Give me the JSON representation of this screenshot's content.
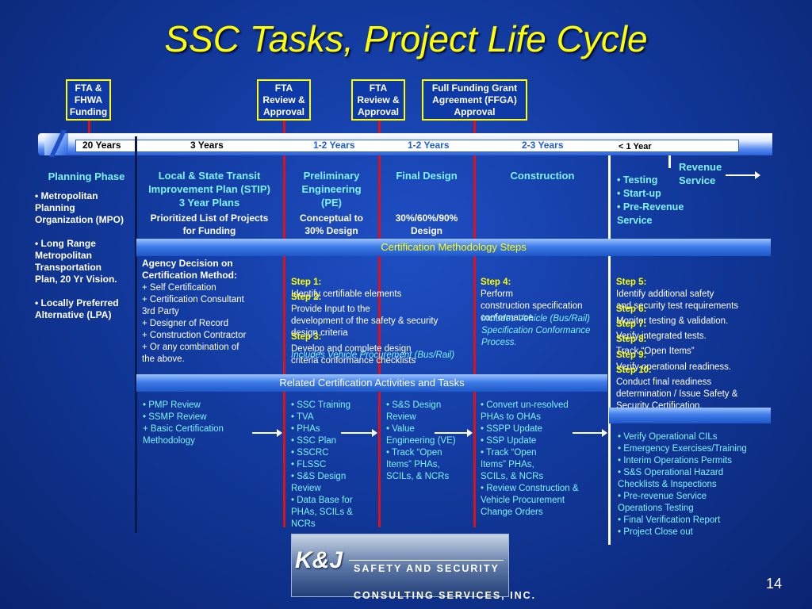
{
  "title": "SSC Tasks, Project Life Cycle",
  "milestones": [
    {
      "label": "FTA &\nFHWA\nFunding"
    },
    {
      "label": "FTA\nReview &\nApproval"
    },
    {
      "label": "FTA\nReview &\nApproval"
    },
    {
      "label": "Full Funding Grant\nAgreement (FFGA)\nApproval"
    }
  ],
  "timeline": {
    "durations": [
      "20 Years",
      "3 Years",
      "1-2 Years",
      "1-2 Years",
      "2-3 Years",
      "< 1 Year"
    ]
  },
  "phases": {
    "planning": "Planning Phase",
    "stip": "Local & State Transit\nImprovement Plan (STIP)\n3 Year Plans",
    "pe": "Preliminary\nEngineering\n(PE)",
    "final_design": "Final Design",
    "construction": "Construction",
    "revenue": "Revenue\nService"
  },
  "testing_list": "• Testing\n• Start-up\n• Pre-Revenue\n   Service",
  "planning_list": "• Metropolitan\n   Planning\n   Organization (MPO)\n\n• Long Range\n   Metropolitan\n   Transportation\n   Plan, 20 Yr Vision.\n\n• Locally Preferred\n   Alternative  (LPA)",
  "subtitles": {
    "stip": "Prioritized List of Projects\nfor Funding",
    "pe": "Conceptual to\n30% Design",
    "fd": "30%/60%/90%\nDesign"
  },
  "bands": {
    "steps": "Certification Methodology Steps",
    "related": "Related Certification Activities and Tasks"
  },
  "agency": {
    "heading": "Agency Decision on\nCertification Method:",
    "items": "  +  Self Certification\n  +  Certification Consultant\n      3rd Party\n  +  Designer of Record\n  + Construction Contractor\n  + Or any combination of\n     the above."
  },
  "steps_pe": {
    "s1_label": "Step 1:",
    "s1_text": "Identify certifiable elements",
    "s2_label": "Step 2:",
    "s2_text": "Provide Input to the\ndevelopment of the safety & security\ndesign criteria",
    "s3_label": "Step 3:",
    "s3_text": "Develop and complete design\ncriteria conformance checklists",
    "note": "Includes Vehicle Procurement (Bus/Rail)"
  },
  "steps_construction": {
    "s4_label": "Step 4:",
    "s4_text": "Perform\nconstruction specification\nconformance.",
    "note": "Includes Vehicle (Bus/Rail)\nSpecification Conformance\nProcess."
  },
  "steps_revenue": [
    {
      "label": "Step 5:",
      "text": "Identify additional safety\nand security test requirements"
    },
    {
      "label": "Step 6:",
      "text": "Monitor testing & validation."
    },
    {
      "label": "Step 7:",
      "text": "Verify integrated tests."
    },
    {
      "label": "Step 8:",
      "text": "Track “Open Items”"
    },
    {
      "label": "Step  9:",
      "text": "Verify operational readiness."
    },
    {
      "label": "Step 10:",
      "text": "Conduct final readiness\ndetermination / Issue Safety &\nSecurity Certification."
    }
  ],
  "activities": {
    "planning": "• PMP Review\n• SSMP Review\n   + Basic Certification\n      Methodology",
    "pe": "• SSC Training\n• TVA\n• PHAs\n• SSC Plan\n• SSCRC\n• FLSSC\n• S&S Design\n   Review\n• Data Base for\n   PHAs, SCILs &\n   NCRs",
    "fd": "• S&S Design\n   Review\n• Value\n   Engineering (VE)\n• Track “Open\n   Items” PHAs,\n   SCILs, & NCRs",
    "construction": "• Convert un-resolved\n   PHAs to OHAs\n• SSPP Update\n• SSP Update\n• Track “Open\n   Items” PHAs,\n   SCILs, & NCRs\n• Review Construction &\n   Vehicle Procurement\n   Change Orders",
    "revenue": "• Verify Operational CILs\n• Emergency Exercises/Training\n• Interim Operations Permits\n• S&S Operational Hazard\n   Checklists & Inspections\n• Pre-revenue Service\n   Operations Testing\n• Final Verification Report\n• Project Close out"
  },
  "logo": {
    "mark": "K&J",
    "line1": "SAFETY AND SECURITY",
    "line2": "CONSULTING SERVICES, INC."
  },
  "page_number": "14",
  "colors": {
    "title": "#ffff00",
    "phase": "#7ff2ff",
    "divider": "#e0101a",
    "milestone_border": "#ffff00"
  }
}
